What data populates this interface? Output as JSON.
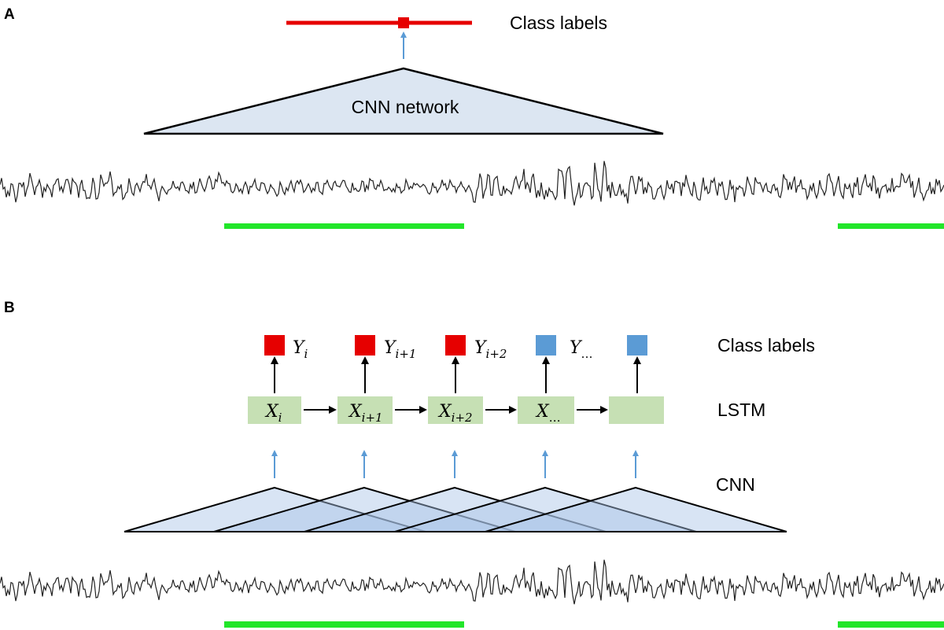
{
  "panel_a": {
    "letter": "A",
    "class_labels": "Class labels",
    "cnn_label": "CNN network"
  },
  "panel_b": {
    "letter": "B",
    "class_labels": "Class labels",
    "lstm_label": "LSTM",
    "cnn_label": "CNN",
    "outputs": [
      {
        "base": "Y",
        "sub": "i",
        "color": "#e60000"
      },
      {
        "base": "Y",
        "sub": "i+1",
        "color": "#e60000"
      },
      {
        "base": "Y",
        "sub": "i+2",
        "color": "#e60000"
      },
      {
        "base": "Y",
        "sub": "…",
        "color": "#5b9bd5"
      },
      {
        "base": "",
        "sub": "",
        "color": "#5b9bd5"
      }
    ],
    "lstm_cells": [
      {
        "base": "X",
        "sub": "i"
      },
      {
        "base": "X",
        "sub": "i+1"
      },
      {
        "base": "X",
        "sub": "i+2"
      },
      {
        "base": "X",
        "sub": "…"
      },
      {
        "base": "",
        "sub": ""
      }
    ]
  },
  "colors": {
    "label_red": "#e60000",
    "label_blue": "#5b9bd5",
    "arrow_blue": "#5b9bd5",
    "triangle_fill": "#dce6f2",
    "lstm_fill": "#c6e0b4",
    "segment_green": "#22e62a"
  }
}
